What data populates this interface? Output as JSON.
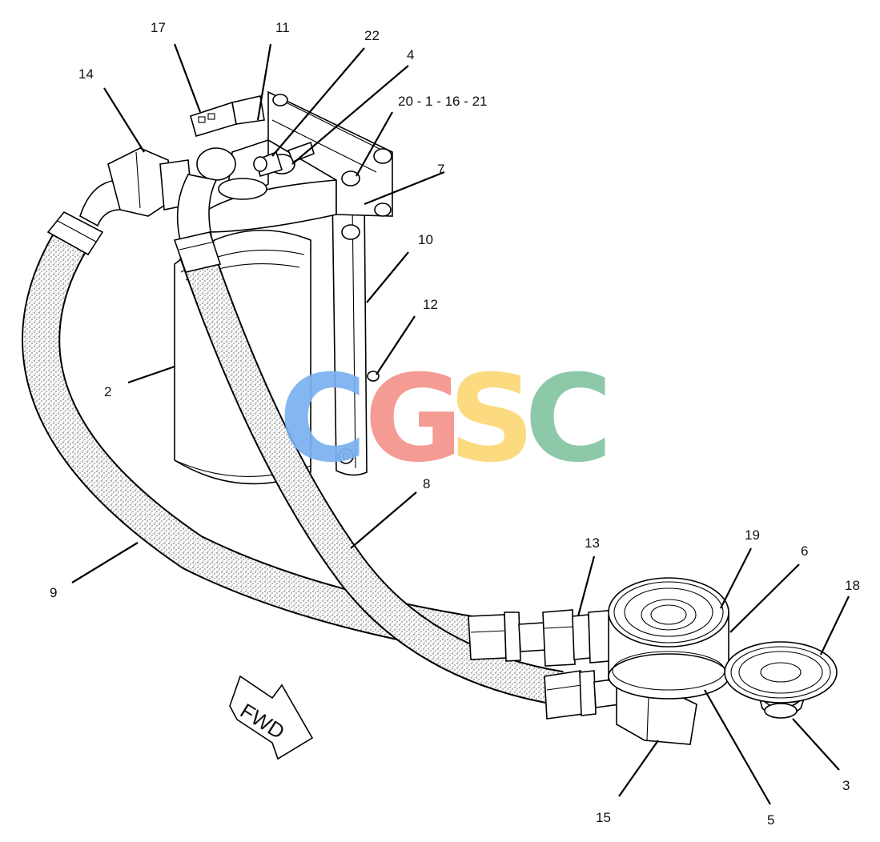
{
  "diagram": {
    "callouts": {
      "c17": "17",
      "c11": "11",
      "c22": "22",
      "c4": "4",
      "c14": "14",
      "c20": "20 - 1 - 16 - 21",
      "c7": "7",
      "c10": "10",
      "c12": "12",
      "c2": "2",
      "c8": "8",
      "c13": "13",
      "c19": "19",
      "c6": "6",
      "c18": "18",
      "c9": "9",
      "c3": "3",
      "c15": "15",
      "c5": "5"
    },
    "direction_label": "FWD",
    "watermark": {
      "letters": [
        "C",
        "G",
        "S",
        "C"
      ],
      "colors": [
        "#7ab1f0",
        "#f4938a",
        "#fbd776",
        "#84c5a2"
      ]
    }
  }
}
